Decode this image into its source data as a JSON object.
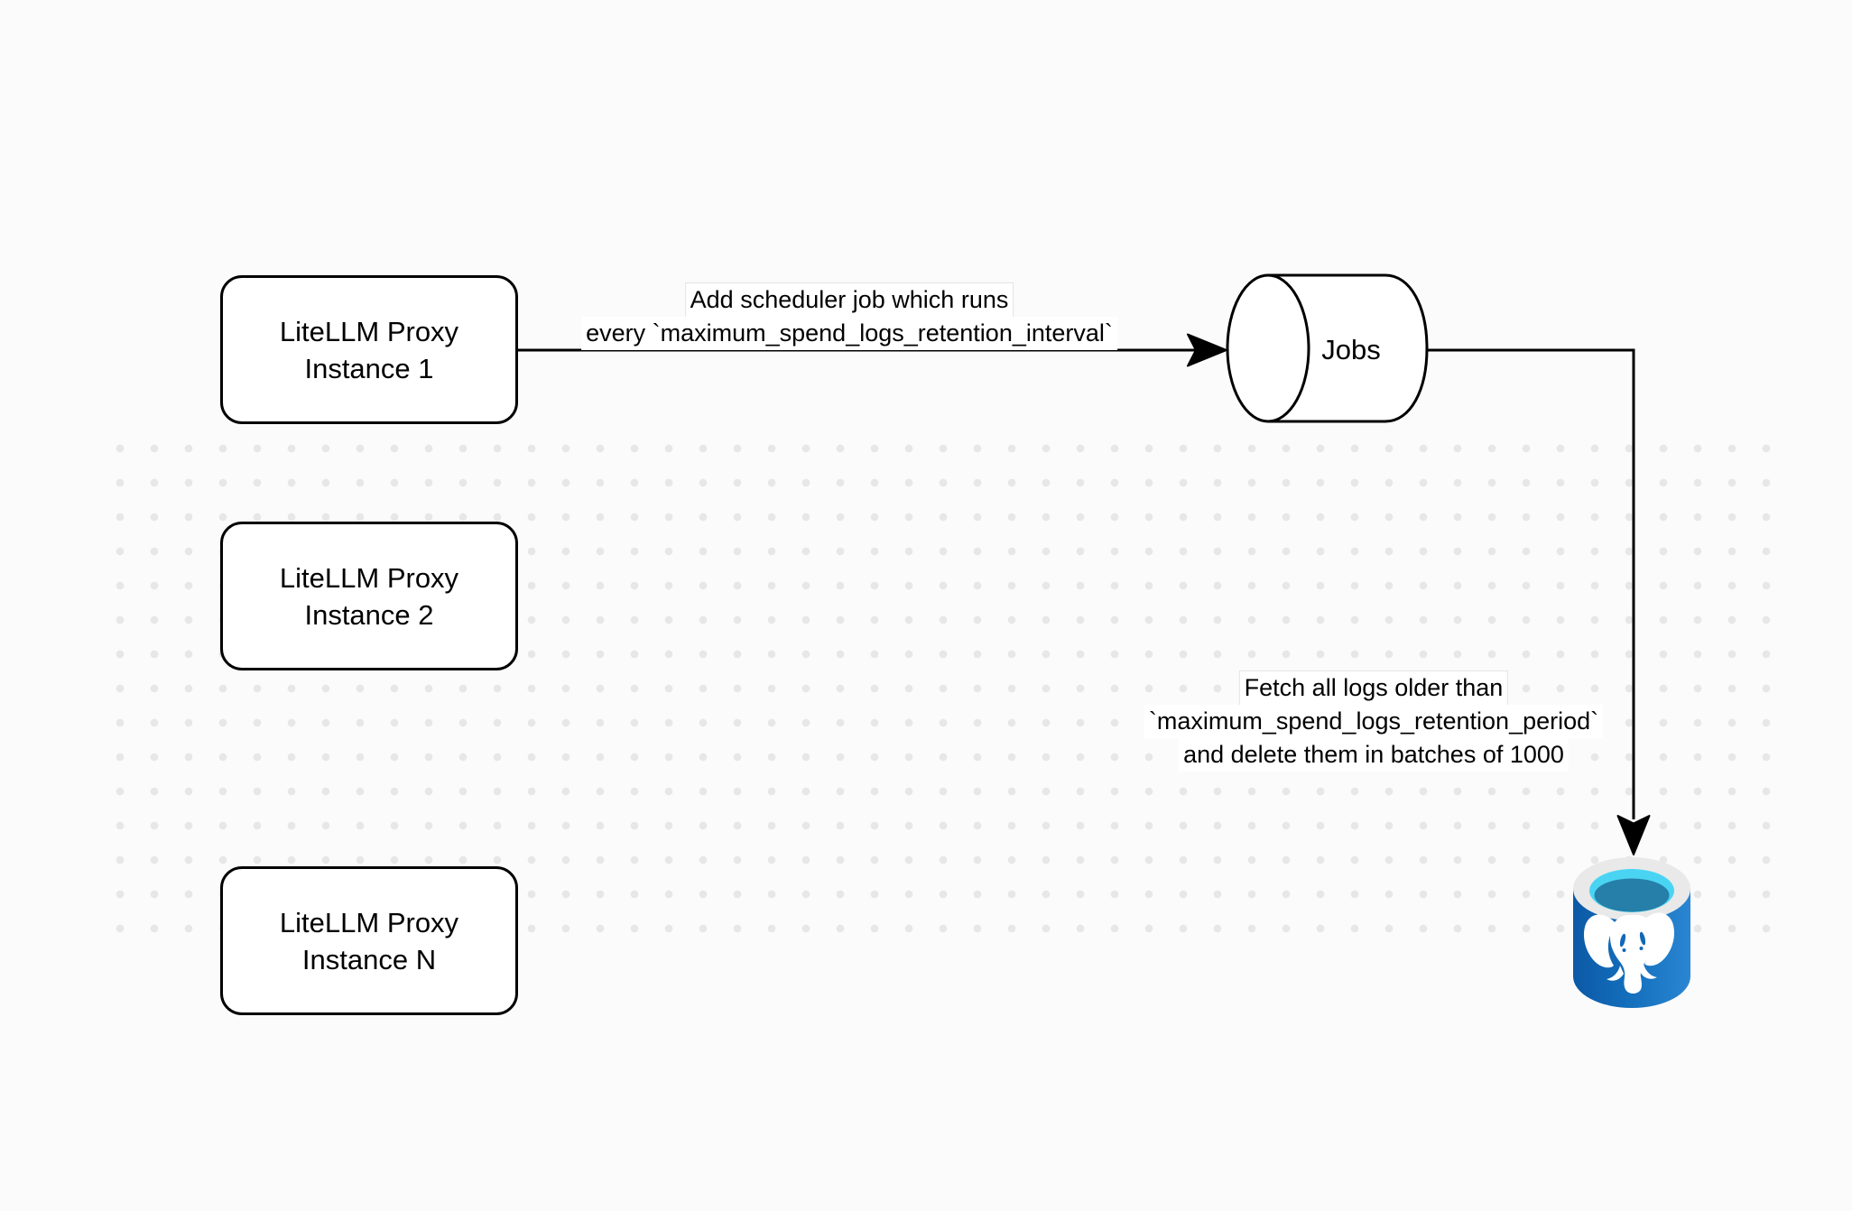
{
  "page": {
    "background_color": "#fbfbfb",
    "dot_color": "#e7e7e7"
  },
  "nodes": {
    "proxy_instances": [
      {
        "line1": "LiteLLM Proxy",
        "line2": "Instance 1"
      },
      {
        "line1": "LiteLLM Proxy",
        "line2": "Instance 2"
      },
      {
        "line1": "LiteLLM Proxy",
        "line2": "Instance N"
      }
    ],
    "jobs": {
      "label": "Jobs"
    },
    "database": {
      "icon": "postgresql-database-icon"
    }
  },
  "edges": {
    "scheduler": {
      "lines": [
        "Add scheduler job which runs",
        "every `maximum_spend_logs_retention_interval`"
      ]
    },
    "fetch_delete": {
      "lines": [
        "Fetch all logs older than",
        "`maximum_spend_logs_retention_period`",
        "and delete them in batches of 1000"
      ]
    }
  },
  "colors": {
    "stroke": "#000000",
    "node_fill": "#ffffff",
    "postgres_blue_dark": "#0c59a6",
    "postgres_blue": "#1470bd",
    "postgres_blue_light": "#2a86d2",
    "postgres_cyan": "#4ad4f4",
    "postgres_teal": "#267fa8",
    "postgres_rim": "#e9e9e9"
  }
}
